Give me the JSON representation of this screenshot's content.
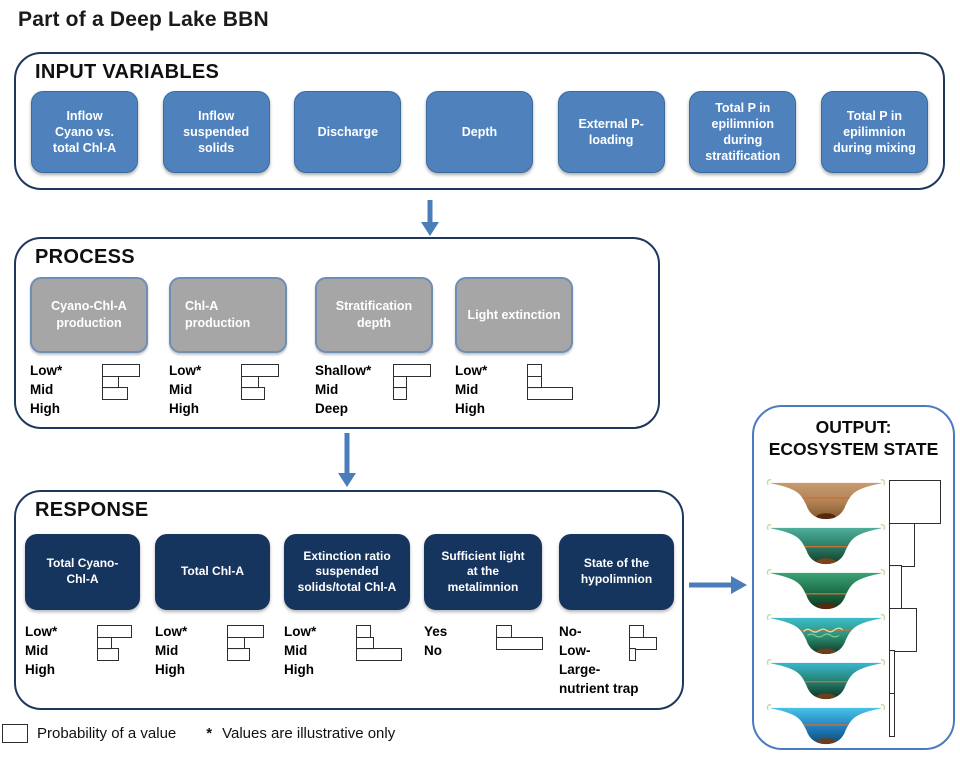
{
  "title": "Part of a Deep Lake BBN",
  "colors": {
    "input_fill": "#4F81BD",
    "input_border": "#3A6B9F",
    "process_fill": "#A6A6A6",
    "process_border": "#6E8FB5",
    "response_fill": "#16355E",
    "container_border": "#20375C",
    "output_border": "#4B7BBF",
    "arrow": "#4A7EBB",
    "chart_outline": "#2E2E2E",
    "lake_line": "#C8703A"
  },
  "sections": {
    "input": {
      "heading": "INPUT VARIABLES",
      "nodes": [
        {
          "label": "Inflow\nCyano vs.\ntotal Chl-A"
        },
        {
          "label": "Inflow\nsuspended\nsolids"
        },
        {
          "label": "Discharge"
        },
        {
          "label": "Depth"
        },
        {
          "label": "External P-\nloading"
        },
        {
          "label": "Total P in\nepilimnion\nduring\nstratification"
        },
        {
          "label": "Total P in\nepilimnion\nduring mixing"
        }
      ]
    },
    "process": {
      "heading": "PROCESS",
      "nodes": [
        {
          "label": "Cyano-Chl-A\nproduction",
          "states": [
            "Low*",
            "Mid",
            "High"
          ],
          "probabilities": [
            0.76,
            0.34,
            0.52
          ]
        },
        {
          "label": "Chl-A\nproduction",
          "states": [
            "Low*",
            "Mid",
            "High"
          ],
          "probabilities": [
            0.76,
            0.36,
            0.48
          ]
        },
        {
          "label": "Stratification\ndepth",
          "states": [
            "Shallow*",
            "Mid",
            "Deep"
          ],
          "probabilities": [
            0.76,
            0.28,
            0.28
          ]
        },
        {
          "label": "Light extinction",
          "states": [
            "Low*",
            "Mid",
            "High"
          ],
          "probabilities": [
            0.3,
            0.3,
            0.92
          ]
        }
      ]
    },
    "response": {
      "heading": "RESPONSE",
      "nodes": [
        {
          "label": "Total Cyano-\nChl-A",
          "states": [
            "Low*",
            "Mid",
            "High"
          ],
          "probabilities": [
            0.7,
            0.3,
            0.44
          ]
        },
        {
          "label": "Total Chl-A",
          "states": [
            "Low*",
            "Mid",
            "High"
          ],
          "probabilities": [
            0.74,
            0.36,
            0.46
          ]
        },
        {
          "label": "Extinction ratio\nsuspended\nsolids/total Chl-A",
          "states": [
            "Low*",
            "Mid",
            "High"
          ],
          "probabilities": [
            0.3,
            0.36,
            0.92
          ]
        },
        {
          "label": "Sufficient light\nat the\nmetalimnion",
          "states": [
            "Yes",
            "No"
          ],
          "probabilities": [
            0.32,
            0.94
          ]
        },
        {
          "label": "State of the\nhypolimnion",
          "states": [
            "No-",
            "Low-",
            "Large-",
            "nutrient trap"
          ],
          "probabilities": [
            0.3,
            0.56,
            0.14
          ]
        }
      ]
    },
    "output": {
      "heading_line1": "OUTPUT:",
      "heading_line2": "ECOSYSTEM STATE",
      "states": [
        {
          "name": "turbid brown lake",
          "probability": 1.0,
          "water": [
            "#C79B6F",
            "#B28457",
            "#8A5A30"
          ],
          "sediment": "#54290F",
          "line_y": 0.4
        },
        {
          "name": "turbid green-brown lake",
          "probability": 0.5,
          "water": [
            "#4FAE9A",
            "#2A7E66",
            "#15432F"
          ],
          "sediment": "#7A431C",
          "line_y": 0.5
        },
        {
          "name": "green lake",
          "probability": 0.25,
          "water": [
            "#3BA376",
            "#1F7048",
            "#0F3A20"
          ],
          "sediment": "#54290F",
          "line_y": 0.56
        },
        {
          "name": "clear lake with macrophytes",
          "probability": 0.54,
          "water": [
            "#3FBCCB",
            "#2B9177",
            "#123F2A"
          ],
          "sediment": "#6B3E1E",
          "line_y": 0.32,
          "vegetation": true
        },
        {
          "name": "clear stratified lake",
          "probability": 0.12,
          "water": [
            "#3CB6CE",
            "#238271",
            "#10372A"
          ],
          "sediment": "#6B3E1E",
          "line_y": 0.5
        },
        {
          "name": "clear blue lake",
          "probability": 0.12,
          "water": [
            "#49C2E6",
            "#2284C2",
            "#144E7E"
          ],
          "sediment": "#6B3E1E",
          "line_y": 0.45
        }
      ]
    }
  },
  "legend": {
    "label": "Probability of a value",
    "marker": "*",
    "note": "Values are illustrative only"
  }
}
